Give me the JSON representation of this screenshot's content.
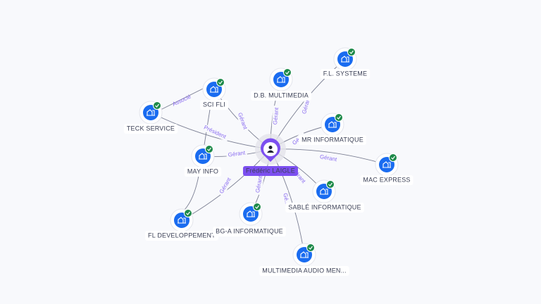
{
  "center": {
    "name": "Frédéric LAIGLE",
    "icon": "person-icon",
    "color": "#7c4ff0"
  },
  "companies": [
    {
      "name": "SCI FLI",
      "relation": "Gérant"
    },
    {
      "name": "TECK SERVICE",
      "relation": "Président"
    },
    {
      "name": "MAY INFO",
      "relation": "Gérant"
    },
    {
      "name": "FL DEVELOPPEMENT",
      "relation": "Gérant"
    },
    {
      "name": "BG-A INFORMATIQUE",
      "relation": "Gérant"
    },
    {
      "name": "MULTIMEDIA AUDIO MEN...",
      "relation": "Gé..."
    },
    {
      "name": "SABLÉ INFORMATIQUE",
      "relation": "Gérant"
    },
    {
      "name": "MAC EXPRESS",
      "relation": "Gérant"
    },
    {
      "name": "MR INFORMATIQUE",
      "relation": "Gé..."
    },
    {
      "name": "F.L. SYSTEME",
      "relation": "Gérant"
    },
    {
      "name": "D.B. MULTIMEDIA",
      "relation": "Gérant"
    }
  ],
  "other_edges": [
    {
      "from": "TECK SERVICE",
      "to": "SCI FLI",
      "relation": "Associé"
    }
  ],
  "colors": {
    "company": "#1a6cf0",
    "check": "#1e8a4a",
    "edge_label": "#8a6cf0"
  }
}
